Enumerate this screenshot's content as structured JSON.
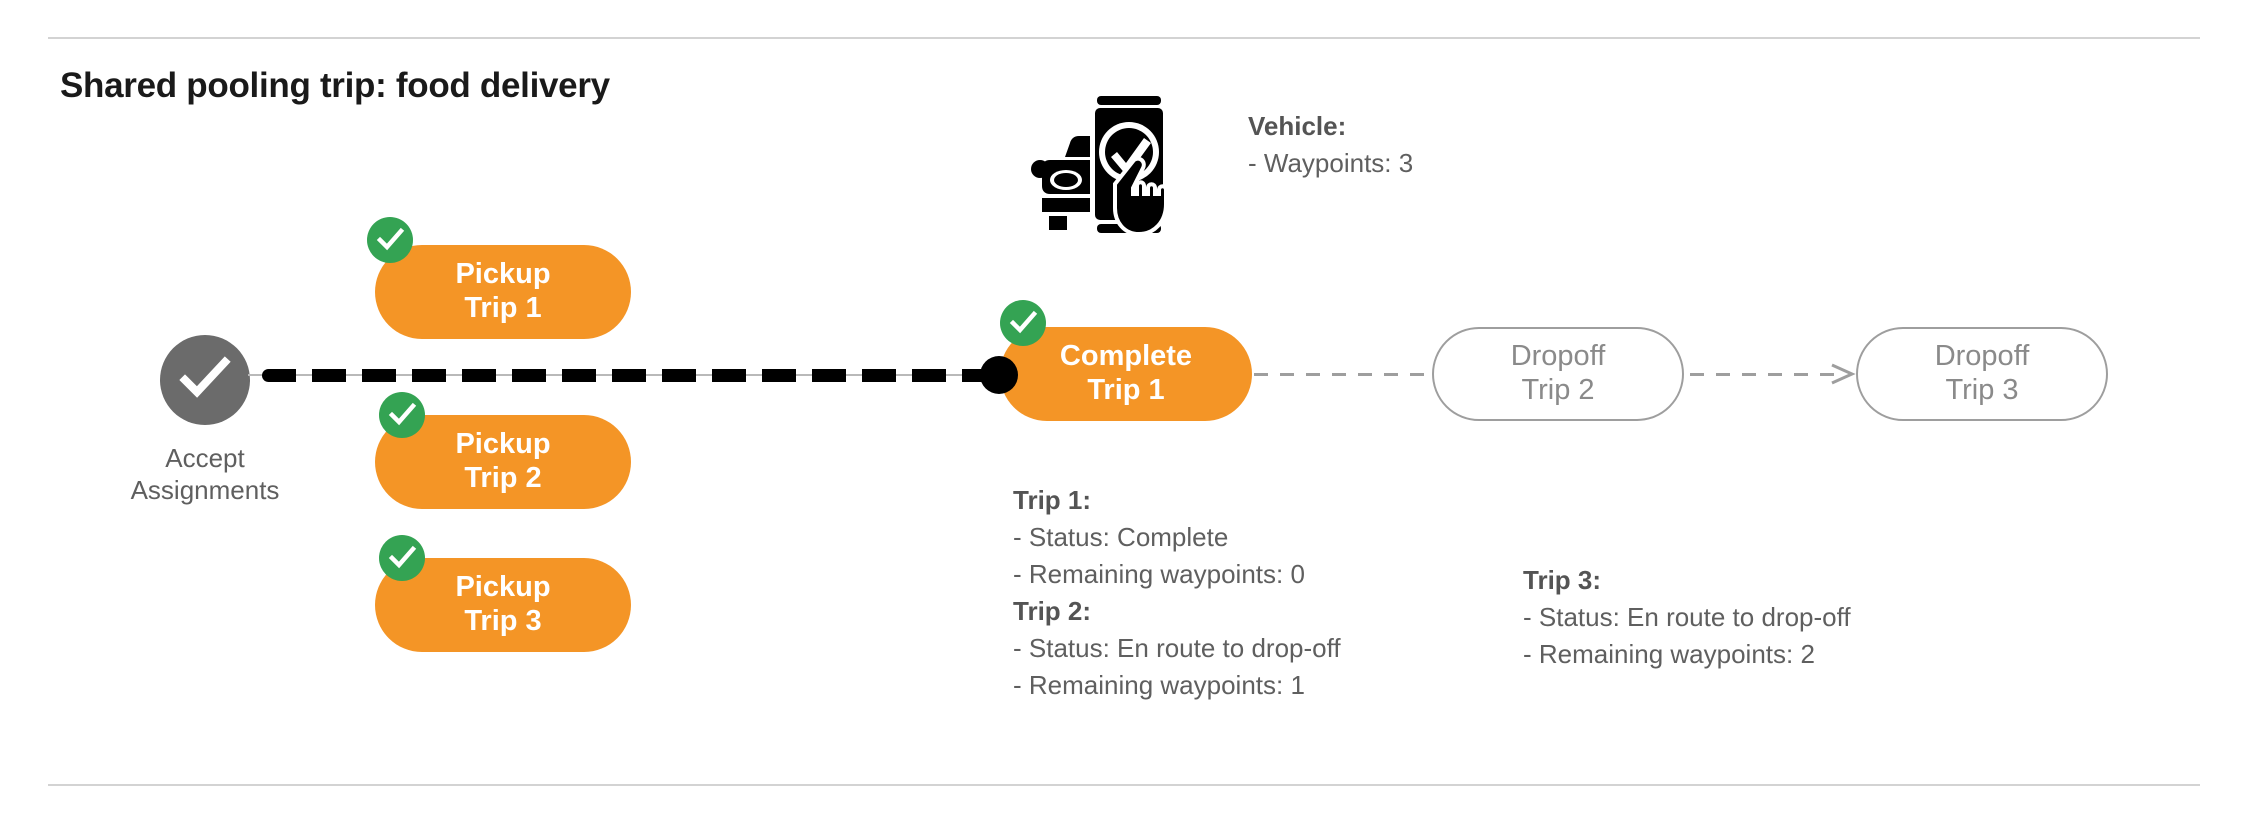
{
  "title": "Shared pooling trip: food delivery",
  "accept_node": {
    "icon": "check-circle-icon",
    "label_line1": "Accept",
    "label_line2": "Assignments"
  },
  "vehicle": {
    "icon": "vehicle-phone-check-icon",
    "header": "Vehicle:",
    "lines": [
      "- Waypoints: 3"
    ]
  },
  "pickups": [
    {
      "line1": "Pickup",
      "line2": "Trip 1",
      "badge": "check-badge-icon",
      "state": "complete"
    },
    {
      "line1": "Pickup",
      "line2": "Trip 2",
      "badge": "check-badge-icon",
      "state": "complete"
    },
    {
      "line1": "Pickup",
      "line2": "Trip 3",
      "badge": "check-badge-icon",
      "state": "complete"
    }
  ],
  "stages": [
    {
      "line1": "Complete",
      "line2": "Trip 1",
      "badge": "check-badge-icon",
      "state": "complete"
    },
    {
      "line1": "Dropoff",
      "line2": "Trip 2",
      "state": "pending"
    },
    {
      "line1": "Dropoff",
      "line2": "Trip 3",
      "state": "pending"
    }
  ],
  "trip_details": [
    {
      "header": "Trip 1:",
      "status_line": "- Status:  Complete",
      "waypoints_line": "- Remaining waypoints: 0"
    },
    {
      "header": "Trip 2:",
      "status_line": "- Status:  En route to drop-off",
      "waypoints_line": "- Remaining waypoints: 1"
    },
    {
      "header": "Trip 3:",
      "status_line": "- Status:  En route to drop-off",
      "waypoints_line": "- Remaining waypoints: 2"
    }
  ],
  "colors": {
    "orange": "#F49526",
    "green": "#34A353",
    "gray_node": "#6B6B6B",
    "gray_text": "#5F5F5F",
    "outline": "#9E9E9E",
    "rule": "#D3D3D3"
  }
}
